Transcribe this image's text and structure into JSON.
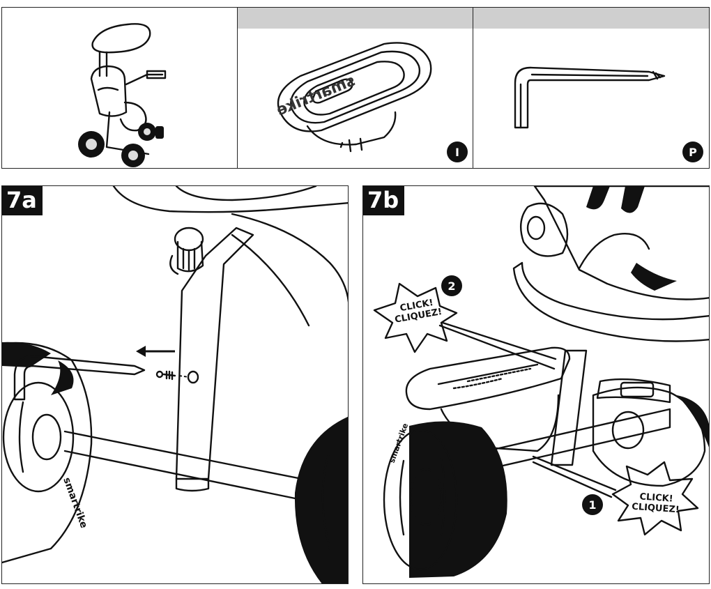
{
  "parts": {
    "tricycle": {},
    "storage_lid": {
      "badge": "I"
    },
    "hex_key": {
      "badge": "P"
    }
  },
  "steps": {
    "a": {
      "label": "7a"
    },
    "b": {
      "label": "7b",
      "markers": [
        "1",
        "2"
      ],
      "click_text": [
        "CLICK!",
        "CLIQUEZ!"
      ]
    }
  },
  "icons": {
    "arrow": "left-arrow-icon",
    "wrench": "hex-key-icon"
  }
}
